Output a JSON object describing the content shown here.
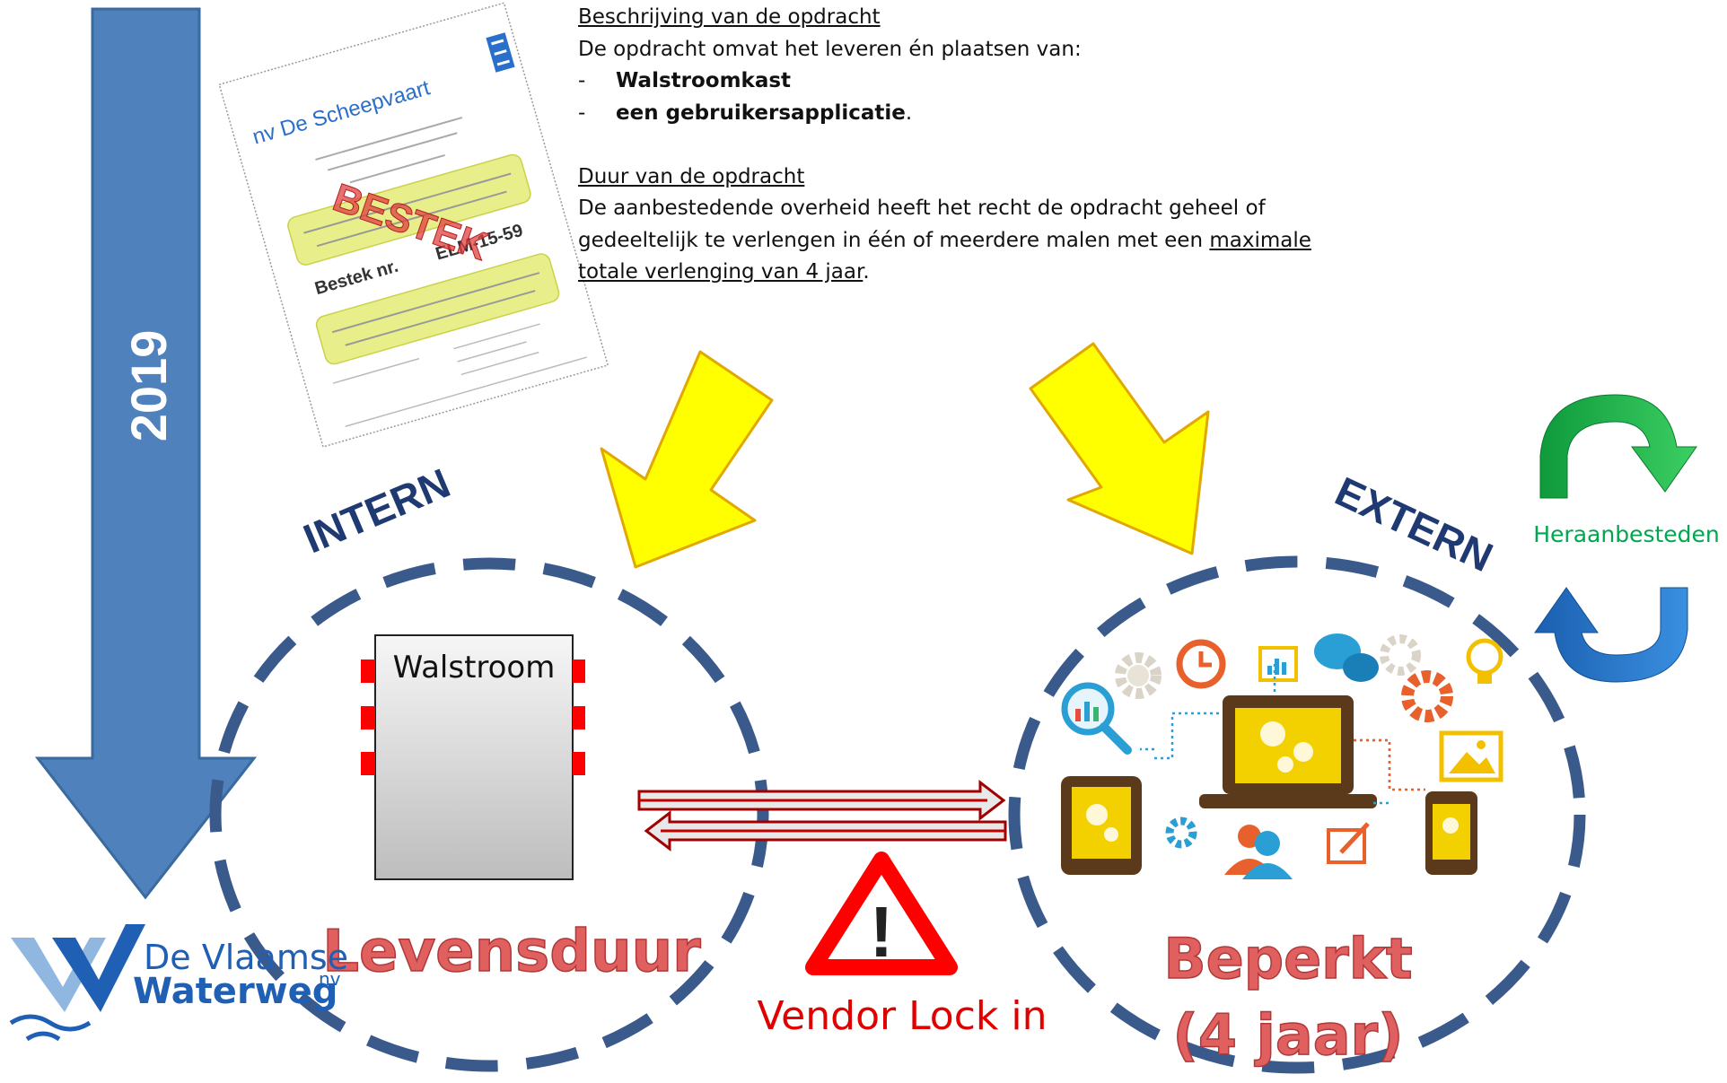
{
  "year": "2019",
  "description": {
    "heading1": "Beschrijving van de opdracht",
    "line1": "De opdracht omvat het leveren én plaatsen van:",
    "bullet_dash": "-",
    "bullet1": "Walstroomkast",
    "bullet2": "een gebruikersapplicatie",
    "bullet2_suffix": ".",
    "heading2": "Duur van de opdracht",
    "para_line1": "De aanbestedende overheid heeft het recht de opdracht geheel of",
    "para_line2_start": "gedeeltelijk te verlengen in één of meerdere malen met een ",
    "para_line2_underlined": "maximale",
    "para_line3_underlined": "totale verlenging van 4 jaar",
    "para_line3_suffix": "."
  },
  "document": {
    "company": "nv De Scheepvaart",
    "stamp": "BESTEK",
    "number_label": "Bestek nr.",
    "number": "ELM-15-59"
  },
  "intern_label": "INTERN",
  "extern_label": "EXTERN",
  "cabinet_label": "Walstroom",
  "levensduur_label": "Levensduur",
  "beperkt_line1": "Beperkt",
  "beperkt_line2": "(4 jaar)",
  "vendor_lock_label": "Vendor Lock in",
  "warning_glyph": "!",
  "heraanbesteden_label": "Heraanbesteden",
  "logo": {
    "line1": "De Vlaamse",
    "line2": "Waterweg",
    "suffix": "nv"
  },
  "colors": {
    "timeline_arrow": "#4f81bd",
    "dashed_circle": "#3a5a8c",
    "yellow_arrow": "#ffff00",
    "red_text": "#e06060",
    "dark_red_arrow": "#a00000",
    "vendor_text": "#e00000",
    "heraanbesteden_text": "#00a650",
    "cycle_green": "#1db14b",
    "cycle_blue": "#1a6fc2",
    "intern_extern_text": "#1f3a73"
  }
}
